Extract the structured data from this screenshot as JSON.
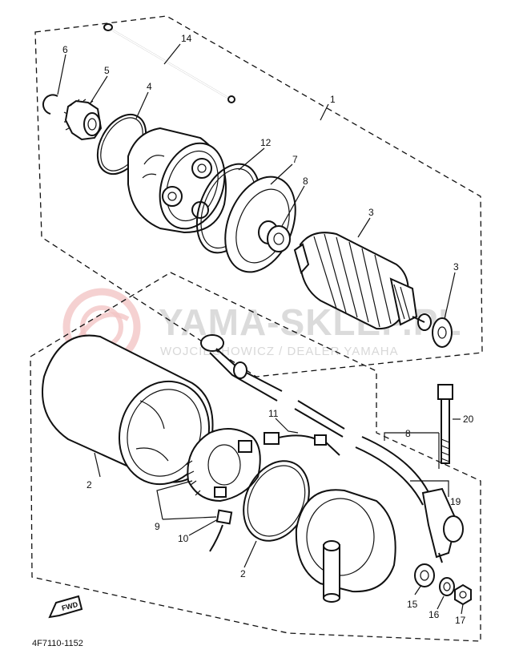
{
  "diagram": {
    "part_numbers": {
      "p1": "1",
      "p2": "2",
      "p2b": "2",
      "p3": "3",
      "p3b": "3",
      "p4": "4",
      "p5": "5",
      "p6": "6",
      "p7": "7",
      "p8": "8",
      "p9": "9",
      "p10": "10",
      "p11": "11",
      "p12": "12",
      "p14": "14",
      "p15": "15",
      "p16": "16",
      "p17": "17",
      "p18": "8",
      "p19": "19",
      "p20": "20"
    },
    "drawing_code": "4F7110-1152",
    "fwd_label": "FWD",
    "watermark": {
      "title": "YAMA-SKLEP.PL",
      "subtitle": "WOJCIECHOWICZ / DEALER YAMAHA"
    }
  }
}
